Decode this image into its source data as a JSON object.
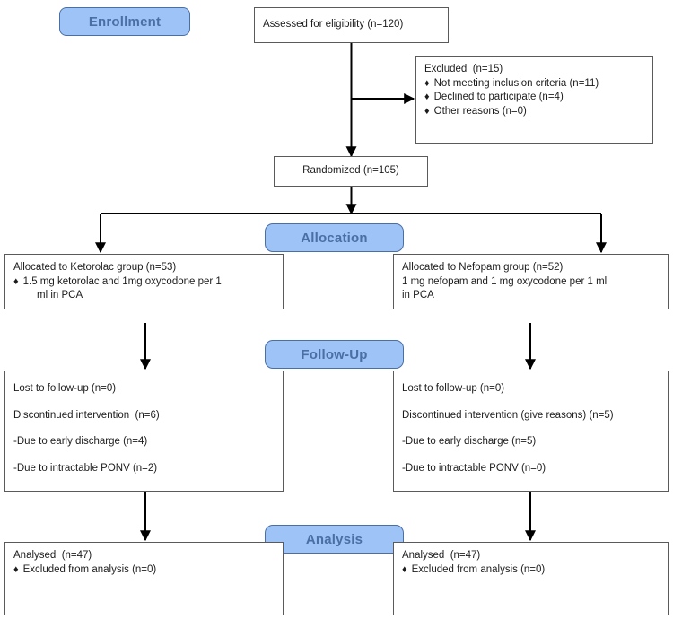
{
  "diagram": {
    "type": "consort-flow-diagram",
    "colors": {
      "badge_fill": "#9dc3f7",
      "badge_border": "#4a6fa5",
      "badge_text": "#4a6fa5",
      "box_border": "#5a5a5a",
      "box_fill": "#ffffff",
      "text": "#1c1c1c",
      "connector": "#000000"
    },
    "stages": {
      "enrollment": "Enrollment",
      "allocation": "Allocation",
      "followup": "Follow-Up",
      "analysis": "Analysis"
    },
    "assessed": {
      "line1": "Assessed for eligibility (n=120)"
    },
    "excluded": {
      "title": "Excluded  (n=15)",
      "bullet": "♦",
      "items": [
        "Not meeting inclusion criteria (n=11)",
        "Declined to participate (n=4)",
        "Other reasons (n=0)"
      ]
    },
    "randomized": {
      "line1": "Randomized (n=105)"
    },
    "allocation_left": {
      "title": "Allocated to Ketorolac group (n=53)",
      "bullet": "♦",
      "detail_line1": "1.5 mg ketorolac and 1mg oxycodone per 1",
      "detail_line2": "ml in PCA"
    },
    "allocation_right": {
      "title": "Allocated to Nefopam group (n=52)",
      "detail_line1": "1 mg nefopam and 1 mg oxycodone per 1 ml",
      "detail_line2": "in PCA"
    },
    "followup_left": {
      "lines": [
        "Lost to follow-up (n=0)",
        "Discontinued intervention  (n=6)",
        "-Due to early discharge (n=4)",
        "-Due to intractable PONV (n=2)"
      ]
    },
    "followup_right": {
      "lines": [
        "Lost to follow-up (n=0)",
        "Discontinued intervention (give reasons) (n=5)",
        "-Due to early discharge (n=5)",
        "-Due to intractable PONV (n=0)"
      ]
    },
    "analysis_left": {
      "title": "Analysed  (n=47)",
      "bullet": "♦",
      "item": "Excluded from analysis (n=0)"
    },
    "analysis_right": {
      "title": "Analysed  (n=47)",
      "bullet": "♦",
      "item": "Excluded from analysis (n=0)"
    }
  }
}
